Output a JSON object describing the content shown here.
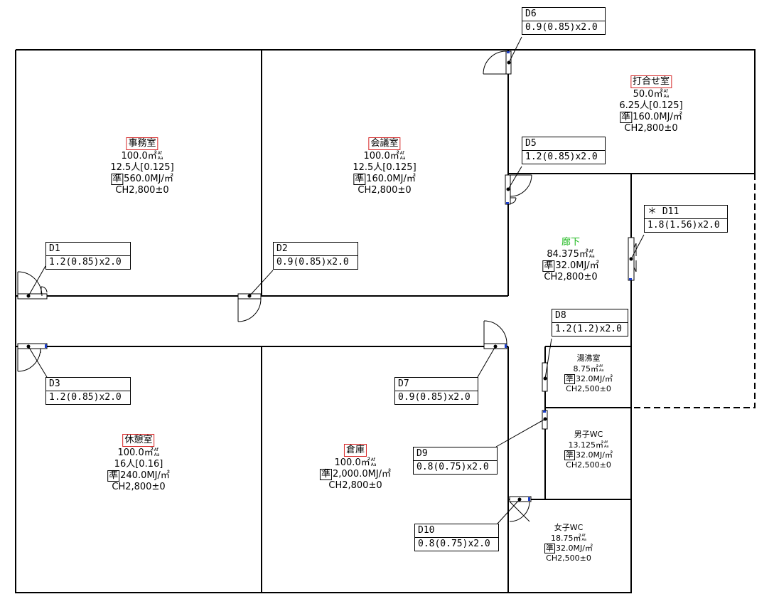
{
  "rooms": {
    "jimushitsu": {
      "name": "事務室",
      "area": "100.0㎡",
      "area_sup1": "Af",
      "area_sup2": "Aa",
      "people": "12.5人[0.125]",
      "jun": "準",
      "load": "560.0MJ/㎡",
      "ch": "CH2,800±0"
    },
    "kaigishitsu": {
      "name": "会議室",
      "area": "100.0㎡",
      "area_sup1": "Af",
      "area_sup2": "Aa",
      "people": "12.5人[0.125]",
      "jun": "準",
      "load": "160.0MJ/㎡",
      "ch": "CH2,800±0"
    },
    "uchiawase": {
      "name": "打合せ室",
      "area": "50.0㎡",
      "area_sup1": "Af",
      "area_sup2": "Aa",
      "people": "6.25人[0.125]",
      "jun": "準",
      "load": "160.0MJ/㎡",
      "ch": "CH2,800±0"
    },
    "roka": {
      "name": "廊下",
      "area": "84.375㎡",
      "area_sup1": "Af",
      "area_sup2": "Aa",
      "jun": "準",
      "load": "32.0MJ/㎡",
      "ch": "CH2,800±0"
    },
    "kyukei": {
      "name": "休憩室",
      "area": "100.0㎡",
      "area_sup1": "Af",
      "area_sup2": "Aa",
      "people": "16人[0.16]",
      "jun": "準",
      "load": "240.0MJ/㎡",
      "ch": "CH2,800±0"
    },
    "souko": {
      "name": "倉庫",
      "area": "100.0㎡",
      "area_sup1": "Af",
      "area_sup2": "Aa",
      "jun": "準",
      "load": "2,000.0MJ/㎡",
      "ch": "CH2,800±0"
    },
    "yuwakashi": {
      "name": "湯沸室",
      "area": "8.75㎡",
      "area_sup1": "Af",
      "area_sup2": "Aa",
      "jun": "準",
      "load": "32.0MJ/㎡",
      "ch": "CH2,500±0"
    },
    "danshi_wc": {
      "name": "男子WC",
      "area": "13.125㎡",
      "area_sup1": "Af",
      "area_sup2": "Aa",
      "jun": "準",
      "load": "32.0MJ/㎡",
      "ch": "CH2,500±0"
    },
    "joshi_wc": {
      "name": "女子WC",
      "area": "18.75㎡",
      "area_sup1": "Af",
      "area_sup2": "Aa",
      "jun": "準",
      "load": "32.0MJ/㎡",
      "ch": "CH2,500±0"
    }
  },
  "doors": {
    "d1": {
      "id": "D1",
      "spec": "1.2(0.85)x2.0"
    },
    "d2": {
      "id": "D2",
      "spec": "0.9(0.85)x2.0"
    },
    "d3": {
      "id": "D3",
      "spec": "1.2(0.85)x2.0"
    },
    "d5": {
      "id": "D5",
      "spec": "1.2(0.85)x2.0"
    },
    "d6": {
      "id": "D6",
      "spec": "0.9(0.85)x2.0"
    },
    "d7": {
      "id": "D7",
      "spec": "0.9(0.85)x2.0"
    },
    "d8": {
      "id": "D8",
      "spec": "1.2(1.2)x2.0"
    },
    "d9": {
      "id": "D9",
      "spec": "0.8(0.75)x2.0"
    },
    "d10": {
      "id": "D10",
      "spec": "0.8(0.75)x2.0"
    },
    "d11": {
      "id": "＊ D11",
      "spec": "1.8(1.56)x2.0"
    }
  },
  "colors": {
    "room_label_border": "#d62828",
    "corridor_label": "#1db81d",
    "door_jamb": "#1a3cc8"
  }
}
